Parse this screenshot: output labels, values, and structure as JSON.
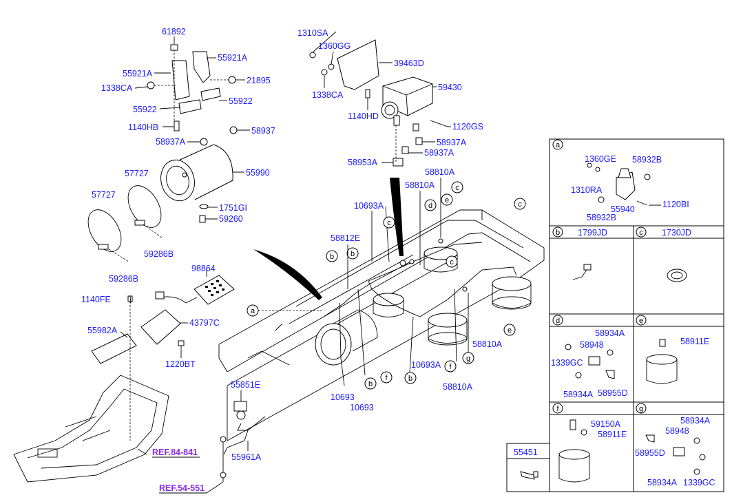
{
  "labels": {
    "p61892": "61892",
    "p55921A_1": "55921A",
    "p55921A_2": "55921A",
    "p1338CA_1": "1338CA",
    "p21895": "21895",
    "p55922_1": "55922",
    "p55922_2": "55922",
    "p1140HB": "1140HB",
    "p58937": "58937",
    "p58937A_1": "58937A",
    "p55990": "55990",
    "p1751GI": "1751GI",
    "p59260": "59260",
    "p57727_1": "57727",
    "p57727_2": "57727",
    "p59286B_1": "59286B",
    "p59286B_2": "59286B",
    "p98864": "98864",
    "p1140FE": "1140FE",
    "p43797C": "43797C",
    "p55982A": "55982A",
    "p1220BT": "1220BT",
    "p1310SA": "1310SA",
    "p1360GG": "1360GG",
    "p39463D": "39463D",
    "p59430": "59430",
    "p1338CA_2": "1338CA",
    "p1140HD": "1140HD",
    "p1120GS": "1120GS",
    "p58937A_2": "58937A",
    "p58937A_3": "58937A",
    "p58953A": "58953A",
    "p58810A_1": "58810A",
    "p58810A_2": "58810A",
    "p58810A_3": "58810A",
    "p58810A_4": "58810A",
    "p10693A_1": "10693A",
    "p10693A_2": "10693A",
    "p58812E": "58812E",
    "p10693_1": "10693",
    "p10693_2": "10693",
    "p55851E": "55851E",
    "p55961A": "55961A",
    "ref1": "REF.84-841",
    "ref2": "REF.54-551",
    "p55451": "55451",
    "a_1360GE": "1360GE",
    "a_58932B_1": "58932B",
    "a_1310RA": "1310RA",
    "a_55940": "55940",
    "a_1120BI": "1120BI",
    "a_58932B_2": "58932B",
    "b_1799JD": "1799JD",
    "c_1730JD": "1730JD",
    "d_58934A_1": "58934A",
    "d_58948": "58948",
    "d_1339GC": "1339GC",
    "d_58934A_2": "58934A",
    "d_58955D": "58955D",
    "e_58911E": "58911E",
    "f_59150A": "59150A",
    "f_58911E": "58911E",
    "g_58934A_1": "58934A",
    "g_58948": "58948",
    "g_58955D": "58955D",
    "g_58934A_2": "58934A",
    "g_1339GC": "1339GC"
  },
  "callouts": {
    "a": "a",
    "b": "b",
    "c": "c",
    "d": "d",
    "e": "e",
    "f": "f",
    "g": "g"
  }
}
